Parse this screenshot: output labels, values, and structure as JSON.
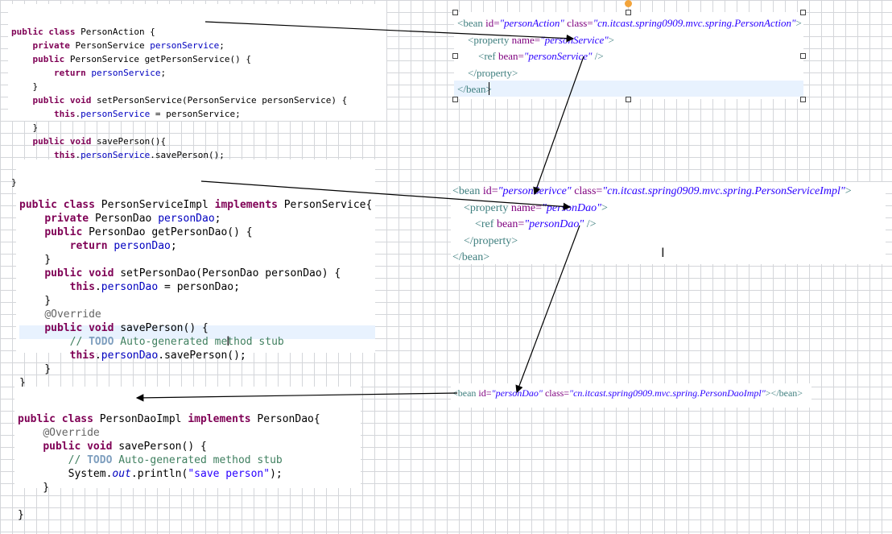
{
  "code_blocks": [
    {
      "lines": [
        [
          [
            "kw",
            "public class "
          ],
          [
            "t",
            "PersonAction {"
          ]
        ],
        [
          [
            "t",
            "    "
          ],
          [
            "kw",
            "private "
          ],
          [
            "t",
            "PersonService "
          ],
          [
            "fld",
            "personService"
          ],
          [
            "t",
            ";"
          ]
        ],
        [
          [
            "t",
            "    "
          ],
          [
            "kw",
            "public "
          ],
          [
            "t",
            "PersonService getPersonService() {"
          ]
        ],
        [
          [
            "t",
            "        "
          ],
          [
            "kw",
            "return "
          ],
          [
            "fld",
            "personService"
          ],
          [
            "t",
            ";"
          ]
        ],
        [
          [
            "t",
            "    }"
          ]
        ],
        [
          [
            "t",
            "    "
          ],
          [
            "kw",
            "public void "
          ],
          [
            "t",
            "setPersonService(PersonService personService) {"
          ]
        ],
        [
          [
            "t",
            "        "
          ],
          [
            "kw",
            "this"
          ],
          [
            "t",
            "."
          ],
          [
            "fld",
            "personService"
          ],
          [
            "t",
            " = personService;"
          ]
        ],
        [
          [
            "t",
            "    }"
          ]
        ],
        [
          [
            "t",
            "    "
          ],
          [
            "kw",
            "public void "
          ],
          [
            "t",
            "savePerson(){"
          ]
        ],
        [
          [
            "t",
            "        "
          ],
          [
            "kw",
            "this"
          ],
          [
            "t",
            "."
          ],
          [
            "fld",
            "personService"
          ],
          [
            "t",
            ".savePerson();"
          ]
        ],
        [
          [
            "t",
            "    }"
          ]
        ],
        [
          [
            "t",
            "}"
          ]
        ]
      ]
    },
    {
      "lines": [
        [
          [
            "kw",
            "public class "
          ],
          [
            "t",
            "PersonServiceImpl "
          ],
          [
            "kw",
            "implements "
          ],
          [
            "t",
            "PersonService{"
          ]
        ],
        [
          [
            "t",
            "    "
          ],
          [
            "kw",
            "private "
          ],
          [
            "t",
            "PersonDao "
          ],
          [
            "fld",
            "personDao"
          ],
          [
            "t",
            ";"
          ]
        ],
        [
          [
            "t",
            "    "
          ],
          [
            "kw",
            "public "
          ],
          [
            "t",
            "PersonDao getPersonDao() {"
          ]
        ],
        [
          [
            "t",
            "        "
          ],
          [
            "kw",
            "return "
          ],
          [
            "fld",
            "personDao"
          ],
          [
            "t",
            ";"
          ]
        ],
        [
          [
            "t",
            "    }"
          ]
        ],
        [
          [
            "t",
            "    "
          ],
          [
            "kw",
            "public void "
          ],
          [
            "t",
            "setPersonDao(PersonDao personDao) {"
          ]
        ],
        [
          [
            "t",
            "        "
          ],
          [
            "kw",
            "this"
          ],
          [
            "t",
            "."
          ],
          [
            "fld",
            "personDao"
          ],
          [
            "t",
            " = personDao;"
          ]
        ],
        [
          [
            "t",
            "    }"
          ]
        ],
        [
          [
            "t",
            "    "
          ],
          [
            "ann",
            "@Override"
          ]
        ],
        [
          [
            "t",
            "    "
          ],
          [
            "kw",
            "public void "
          ],
          [
            "t",
            "savePerson() {"
          ]
        ],
        [
          [
            "t",
            "        "
          ],
          [
            "cmt",
            "// "
          ],
          [
            "todo",
            "TODO"
          ],
          [
            "cmt",
            " Auto-generated method stub"
          ]
        ],
        [
          [
            "t",
            "        "
          ],
          [
            "kw",
            "this"
          ],
          [
            "t",
            "."
          ],
          [
            "fld",
            "personDao"
          ],
          [
            "t",
            ".savePerson();"
          ]
        ],
        [
          [
            "t",
            "    }"
          ]
        ],
        [
          [
            "t",
            "}"
          ]
        ]
      ]
    },
    {
      "lines": [
        [
          [
            "kw",
            "public class "
          ],
          [
            "t",
            "PersonDaoImpl "
          ],
          [
            "kw",
            "implements "
          ],
          [
            "t",
            "PersonDao{"
          ]
        ],
        [
          [
            "t",
            "    "
          ],
          [
            "ann",
            "@Override"
          ]
        ],
        [
          [
            "t",
            "    "
          ],
          [
            "kw",
            "public void "
          ],
          [
            "t",
            "savePerson() {"
          ]
        ],
        [
          [
            "t",
            "        "
          ],
          [
            "cmt",
            "// "
          ],
          [
            "todo",
            "TODO"
          ],
          [
            "cmt",
            " Auto-generated method stub"
          ]
        ],
        [
          [
            "t",
            "        System."
          ],
          [
            "fld ital",
            "out"
          ],
          [
            "t",
            ".println("
          ],
          [
            "str",
            "\"save person\""
          ],
          [
            "t",
            ");"
          ]
        ],
        [
          [
            "t",
            "    }"
          ]
        ],
        [
          [
            "t",
            ""
          ]
        ],
        [
          [
            "t",
            "}"
          ]
        ]
      ]
    }
  ],
  "xml_blocks": [
    {
      "lines": [
        [
          [
            "tag",
            "<bean "
          ],
          [
            "attr",
            "id="
          ],
          [
            "aval",
            "\"personAction\""
          ],
          [
            "attr",
            " class="
          ],
          [
            "aval",
            "\"cn.itcast.spring0909.mvc.spring.PersonAction\""
          ],
          [
            "tag",
            ">"
          ]
        ],
        [
          [
            "t",
            "    "
          ],
          [
            "tag",
            "<property "
          ],
          [
            "attr",
            "name="
          ],
          [
            "aval",
            "\"personService\""
          ],
          [
            "tag",
            ">"
          ]
        ],
        [
          [
            "t",
            "        "
          ],
          [
            "tag",
            "<ref "
          ],
          [
            "attr",
            "bean="
          ],
          [
            "aval",
            "\"personService\""
          ],
          [
            "tag",
            " />"
          ]
        ],
        [
          [
            "t",
            "    "
          ],
          [
            "tag",
            "</property>"
          ]
        ],
        [
          [
            "tag",
            "</bean>"
          ]
        ]
      ]
    },
    {
      "lines": [
        [
          [
            "tag",
            "<bean "
          ],
          [
            "attr",
            "id="
          ],
          [
            "aval",
            "\"personSerivce\""
          ],
          [
            "attr",
            " class="
          ],
          [
            "aval",
            "\"cn.itcast.spring0909.mvc.spring.PersonServiceImpl\""
          ],
          [
            "tag",
            ">"
          ]
        ],
        [
          [
            "t",
            "    "
          ],
          [
            "tag",
            "<property "
          ],
          [
            "attr",
            "name="
          ],
          [
            "aval",
            "\"personDao\""
          ],
          [
            "tag",
            ">"
          ]
        ],
        [
          [
            "t",
            "        "
          ],
          [
            "tag",
            "<ref "
          ],
          [
            "attr",
            "bean="
          ],
          [
            "aval",
            "\"personDao\""
          ],
          [
            "tag",
            " />"
          ]
        ],
        [
          [
            "t",
            "    "
          ],
          [
            "tag",
            "</property>"
          ]
        ],
        [
          [
            "tag",
            "</bean>"
          ]
        ]
      ]
    },
    {
      "lines": [
        [
          [
            "tag",
            "<bean "
          ],
          [
            "attr",
            "id="
          ],
          [
            "aval",
            "\"personDao\""
          ],
          [
            "attr",
            " class="
          ],
          [
            "aval",
            "\"cn.itcast.spring0909.mvc.spring.PersonDaoImpl\""
          ],
          [
            "tag",
            "></bean>"
          ]
        ]
      ]
    }
  ]
}
